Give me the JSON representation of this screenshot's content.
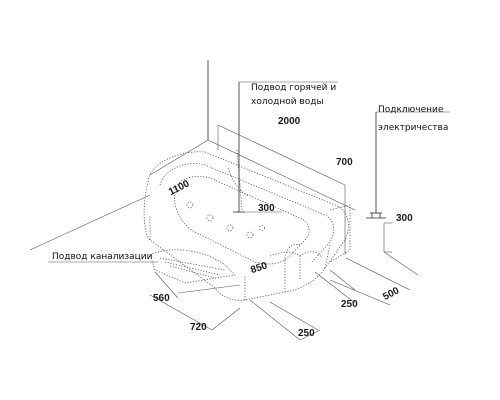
{
  "labels": {
    "hot_cold_water_line1": "Подвод горячей и",
    "hot_cold_water_line2": "холодной воды",
    "electricity_line1": "Подключение",
    "electricity_line2": "электричества",
    "drain": "Подвод канализации"
  },
  "dimensions": {
    "length_total": "2000",
    "length_inner": "1100",
    "height": "700",
    "width_850": "850",
    "water_offset": "300",
    "electric_height": "300",
    "electric_offset": "500",
    "front_offset_250_right": "250",
    "front_offset_250_bottom": "250",
    "drain_560": "560",
    "drain_720": "720"
  }
}
